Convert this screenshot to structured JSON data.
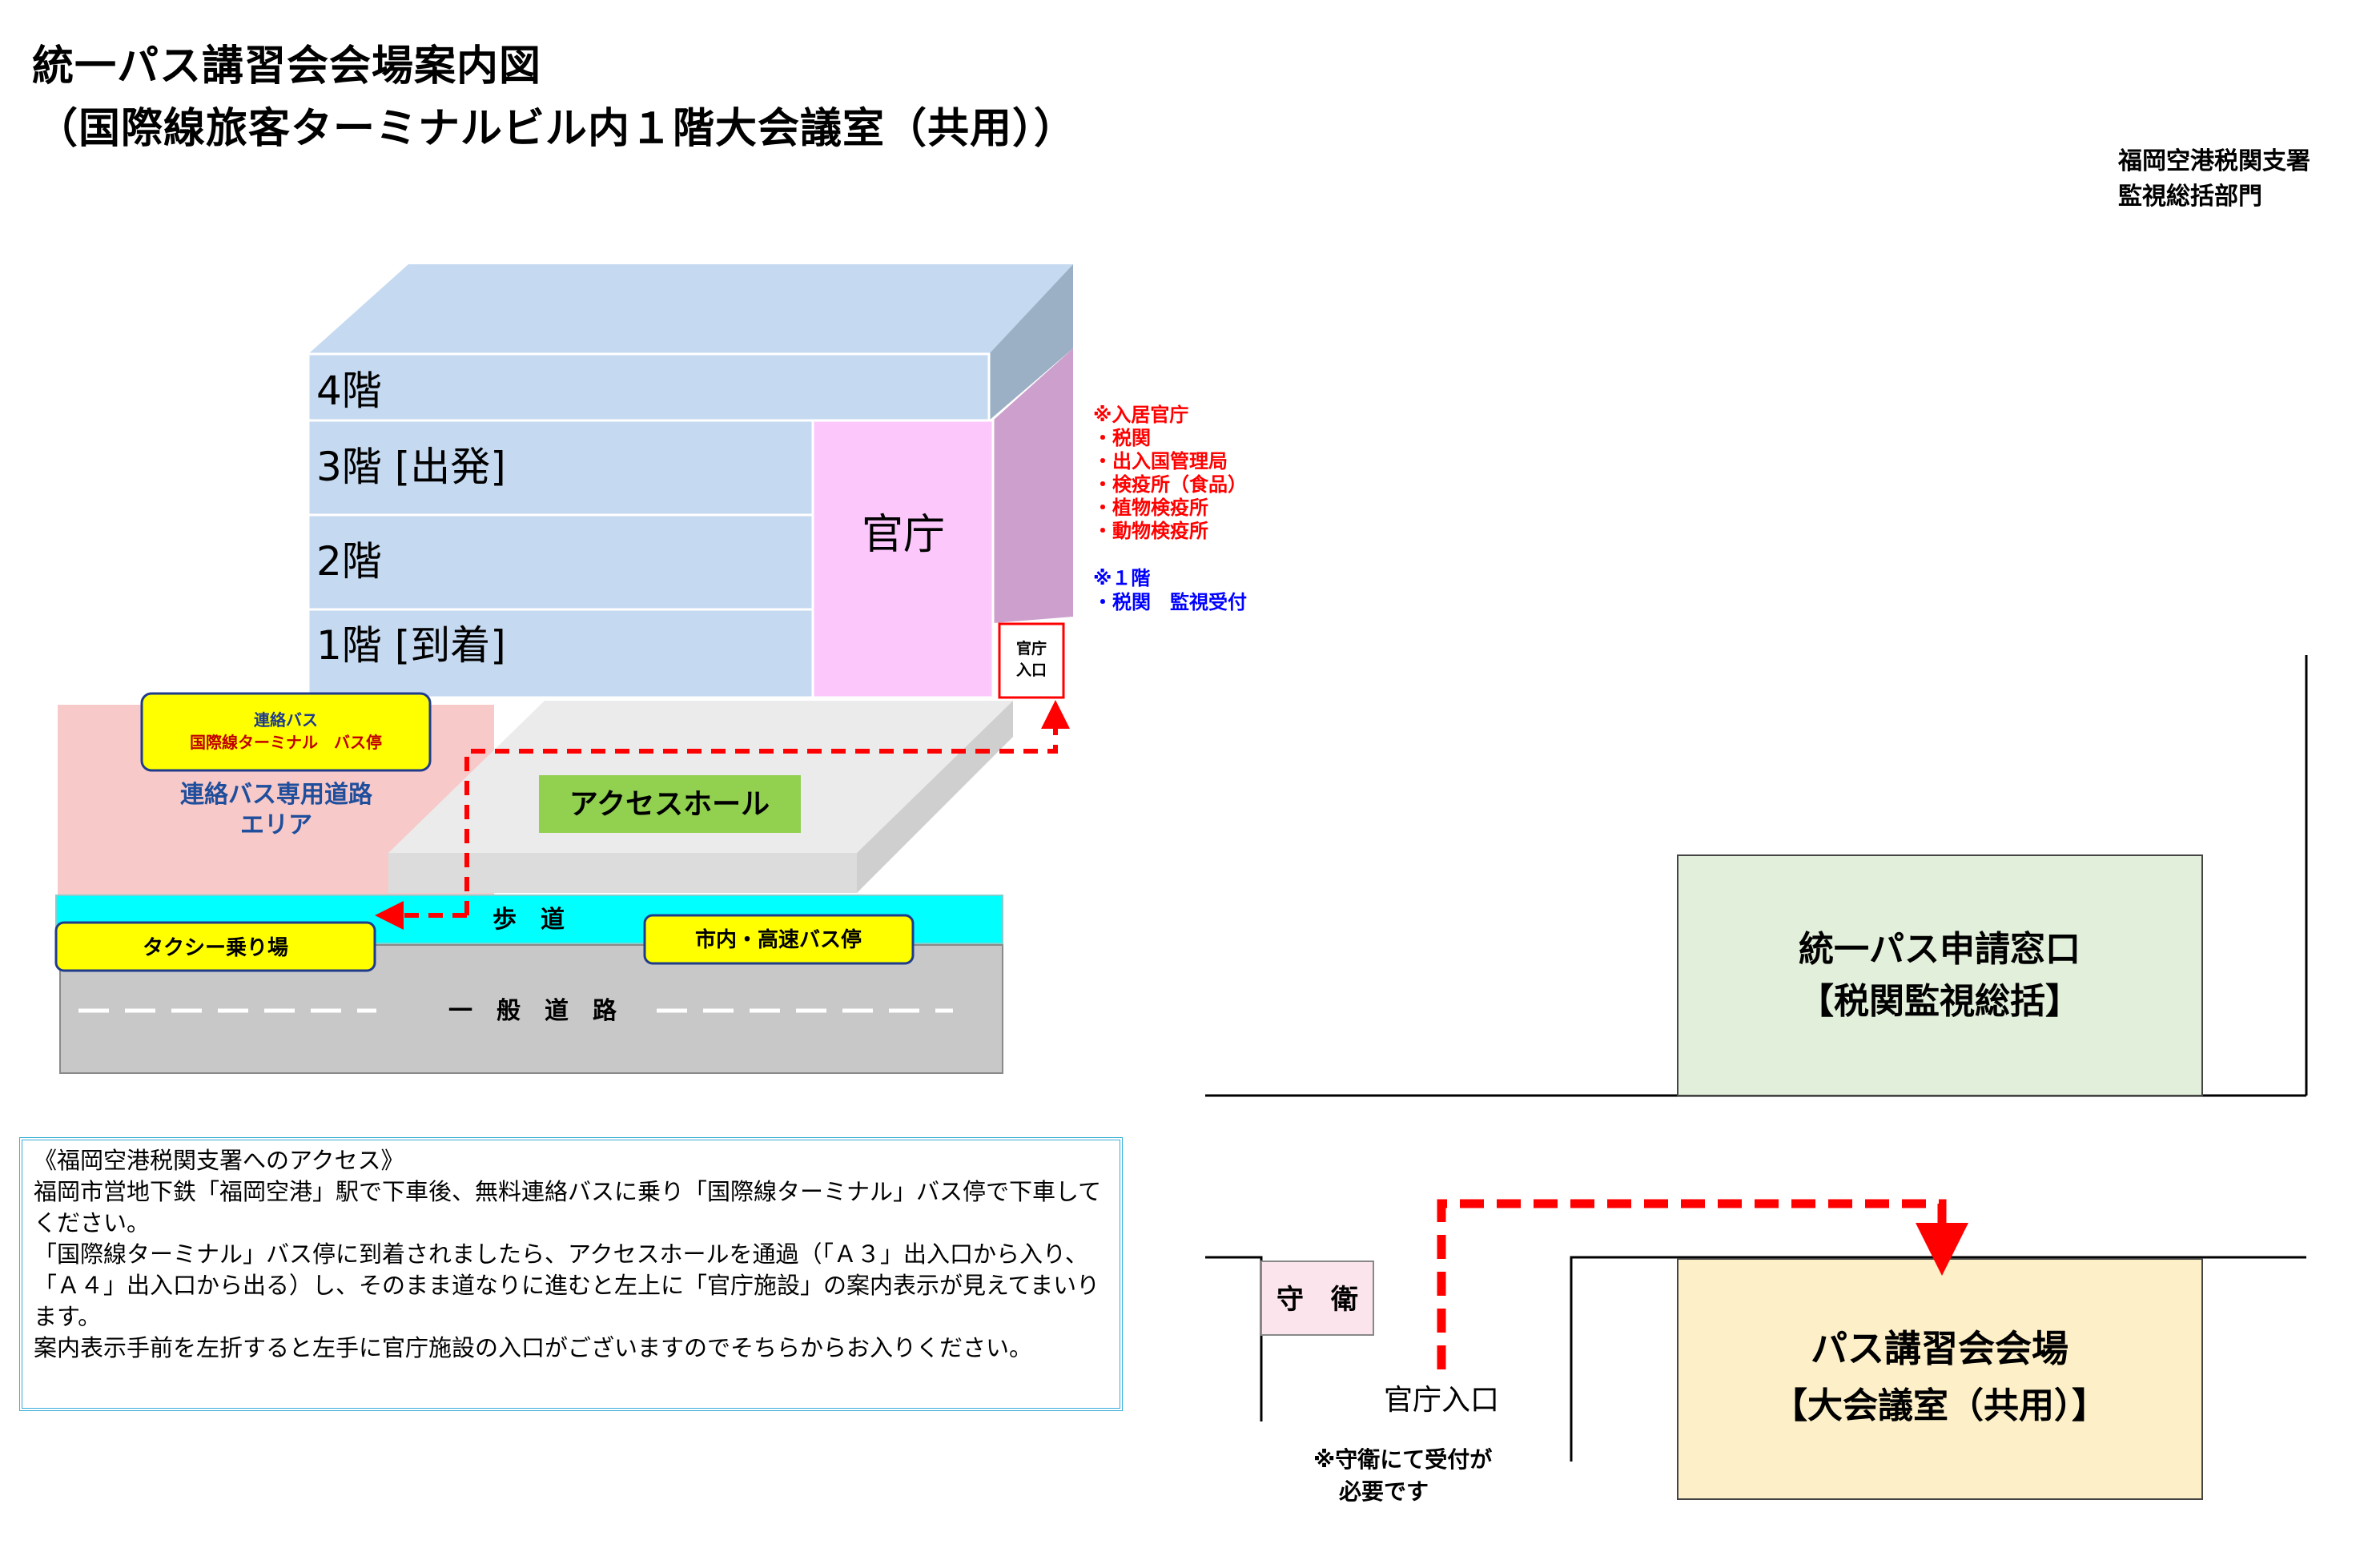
{
  "title": {
    "line1": "統一パス講習会会場案内図",
    "line2": "（国際線旅客ターミナルビル内１階大会議室（共用））"
  },
  "issuer": {
    "line1": "福岡空港税関支署",
    "line2": "監視総括部門"
  },
  "building": {
    "floor4": "4階",
    "floor3": "3階 [出発]",
    "floor2": "2階",
    "floor1": "1階 [到着]",
    "government": "官庁",
    "gov_entrance_line1": "官庁",
    "gov_entrance_line2": "入口"
  },
  "tenants_note": {
    "header": "※入居官庁",
    "items": [
      "・税関",
      "・出入国管理局",
      "・検疫所（食品）",
      "・植物検疫所",
      "・動物検疫所"
    ],
    "first_floor_header": "※１階",
    "first_floor_item": "・税関　監視受付"
  },
  "ground": {
    "bus_stop_line1": "連絡バス",
    "bus_stop_line2": "国際線ターミナル　バス停",
    "bus_area_line1": "連絡バス専用道路",
    "bus_area_line2": "エリア",
    "access_hall": "アクセスホール",
    "sidewalk": "歩　道",
    "taxi": "タクシー乗り場",
    "city_bus": "市内・高速バス停",
    "general_road": "一　般　道　路"
  },
  "floor_plan": {
    "window_line1": "統一パス申請窓口",
    "window_line2": "【税関監視総括】",
    "guard": "守　衛",
    "gov_entrance": "官庁入口",
    "guard_note_line1": "※守衛にて受付が",
    "guard_note_line2": "必要です",
    "venue_line1": "パス講習会会場",
    "venue_line2": "【大会議室（共用）】"
  },
  "access_info": {
    "heading": "《福岡空港税関支署へのアクセス》",
    "paragraph1": "福岡市営地下鉄「福岡空港」駅で下車後、無料連絡バスに乗り「国際線ターミナル」バス停で下車してください。",
    "paragraph2": "「国際線ターミナル」バス停に到着されましたら、アクセスホールを通過（「Ａ３」出入口から入り、「Ａ４」出入口から出る）し、そのまま道なりに進むと左上に「官庁施設」の案内表示が見えてまいります。",
    "paragraph3": "案内表示手前を左折すると左手に官庁施設の入口がございますのでそちらからお入りください。"
  },
  "colors": {
    "building_blue": "#c5d9f0",
    "government_pink": "#fcc8fc",
    "road_gray": "#c8c8c8",
    "sidewalk_cyan": "#00ffff",
    "bus_area_pink": "#f7c9c9",
    "label_yellow": "#ffff00",
    "access_hall_green": "#92d050",
    "route_red": "#ff0000",
    "window_green": "#e2efda",
    "venue_yellow": "#fdf0c8",
    "note_red": "#ff0000",
    "note_blue": "#0000ff"
  }
}
